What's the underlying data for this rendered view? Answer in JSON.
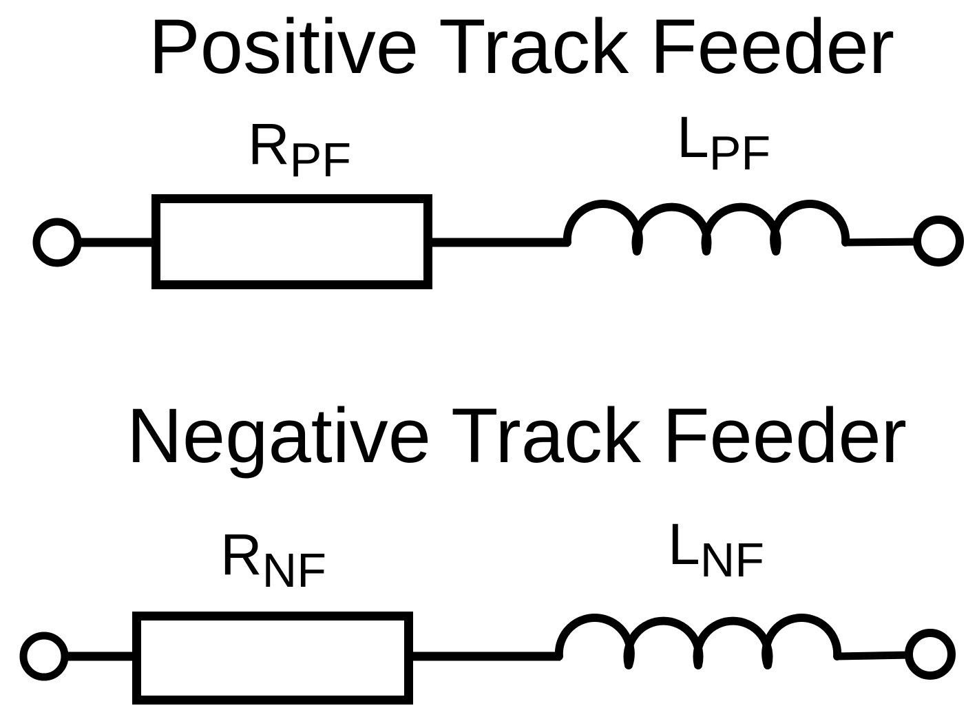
{
  "figure": {
    "background_color": "#ffffff",
    "stroke_color": "#000000"
  },
  "circuits": [
    {
      "title": "Positive Track Feeder",
      "resistor": {
        "base": "R",
        "sub": "PF"
      },
      "inductor": {
        "base": "L",
        "sub": "PF"
      }
    },
    {
      "title": "Negative Track Feeder",
      "resistor": {
        "base": "R",
        "sub": "NF"
      },
      "inductor": {
        "base": "L",
        "sub": "NF"
      }
    }
  ]
}
